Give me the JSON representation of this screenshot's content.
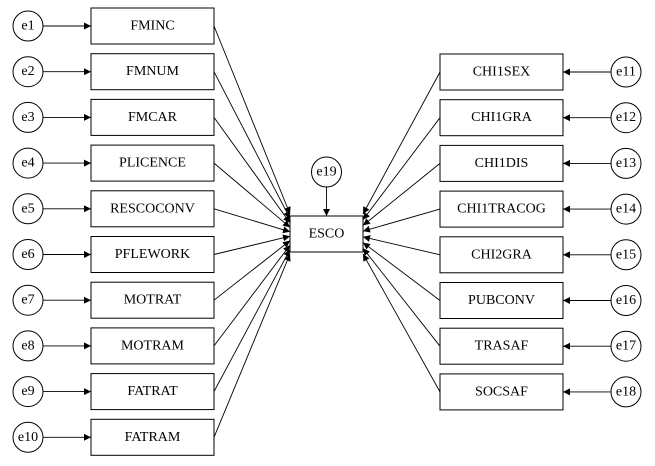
{
  "diagram": {
    "center": {
      "label": "ESCO",
      "error": "e19"
    },
    "left": [
      {
        "label": "FMINC",
        "error": "e1"
      },
      {
        "label": "FMNUM",
        "error": "e2"
      },
      {
        "label": "FMCAR",
        "error": "e3"
      },
      {
        "label": "PLICENCE",
        "error": "e4"
      },
      {
        "label": "RESCOCONV",
        "error": "e5"
      },
      {
        "label": "PFLEWORK",
        "error": "e6"
      },
      {
        "label": "MOTRAT",
        "error": "e7"
      },
      {
        "label": "MOTRAM",
        "error": "e8"
      },
      {
        "label": "FATRAT",
        "error": "e9"
      },
      {
        "label": "FATRAM",
        "error": "e10"
      }
    ],
    "right": [
      {
        "label": "CHI1SEX",
        "error": "e11"
      },
      {
        "label": "CHI1GRA",
        "error": "e12"
      },
      {
        "label": "CHI1DIS",
        "error": "e13"
      },
      {
        "label": "CHI1TRACOG",
        "error": "e14"
      },
      {
        "label": "CHI2GRA",
        "error": "e15"
      },
      {
        "label": "PUBCONV",
        "error": "e16"
      },
      {
        "label": "TRASAF",
        "error": "e17"
      },
      {
        "label": "SOCSAF",
        "error": "e18"
      }
    ]
  }
}
